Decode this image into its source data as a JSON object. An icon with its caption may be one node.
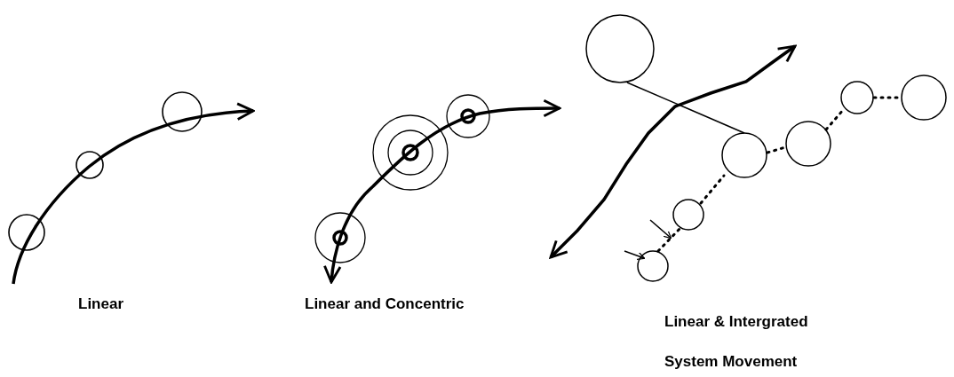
{
  "diagram": {
    "labels": [
      "Linear",
      "Linear and Concentric",
      "Linear & Intergrated System Movement"
    ]
  }
}
